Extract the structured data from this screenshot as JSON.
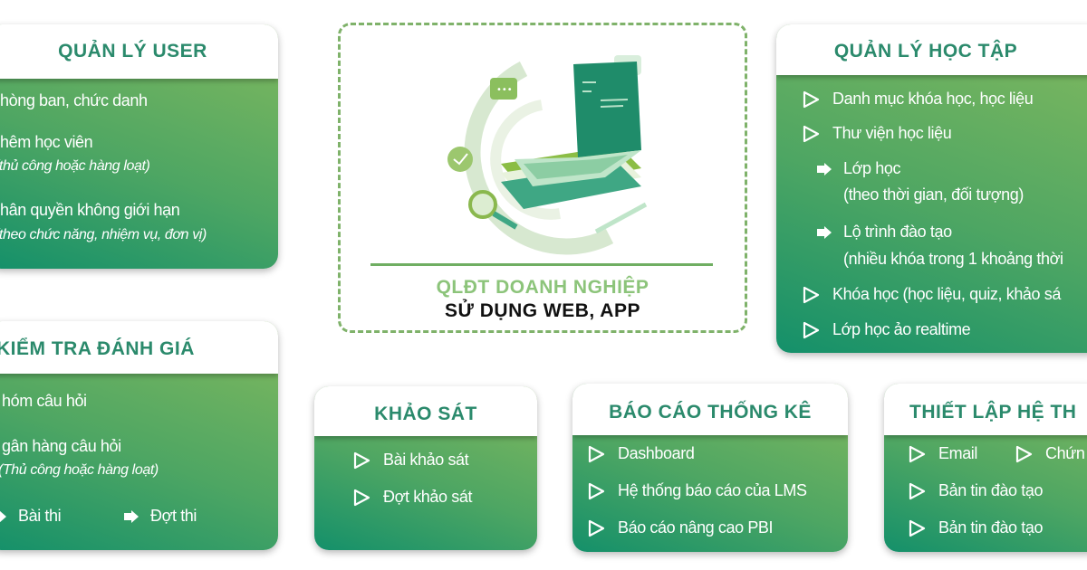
{
  "colors": {
    "header_text": "#2b8a6c",
    "card_dark": "#14906a",
    "card_light": "#82b95e",
    "dash": "#7fb26a"
  },
  "center": {
    "title": "QLĐT DOANH NGHIỆP",
    "subtitle": "SỬ DỤNG WEB, APP",
    "illustration": "laptop-books-icon"
  },
  "user": {
    "title": "QUẢN LÝ USER",
    "items": [
      "hòng ban, chức danh",
      "hêm học viên",
      "(thủ công hoặc hàng loạt)",
      "hân quyền không giới hạn",
      "(theo chức năng, nhiệm vụ, đơn vị)"
    ]
  },
  "learning": {
    "title": "QUẢN LÝ  HỌC TẬP",
    "items": [
      "Danh mục khóa học, học liệu",
      "Thư viện học liệu",
      "Lớp học",
      "(theo thời gian, đối tượng)",
      "Lộ trình đào tạo",
      "(nhiều khóa trong 1 khoảng thời",
      "Khóa học (học liệu, quiz, khảo sá",
      "Lớp học ảo realtime"
    ]
  },
  "exam": {
    "title": "KIỂM TRA ĐÁNH GIÁ",
    "items": [
      "hóm câu hỏi",
      "gân hàng câu hỏi",
      "(Thủ công hoặc hàng loạt)",
      "Bài thi",
      "Đợt thi"
    ]
  },
  "survey": {
    "title": "KHẢO SÁT",
    "items": [
      "Bài khảo sát",
      "Đợt khảo sát"
    ]
  },
  "report": {
    "title": "BÁO CÁO THỐNG KÊ",
    "items": [
      "Dashboard",
      "Hệ thống báo cáo của LMS",
      "Báo cáo nâng cao PBI"
    ]
  },
  "settings": {
    "title": "THIẾT LẬP HỆ TH",
    "items": [
      "Email",
      "Chứn",
      "Bản tin đào tạo",
      "Bản tin đào tạo"
    ]
  }
}
